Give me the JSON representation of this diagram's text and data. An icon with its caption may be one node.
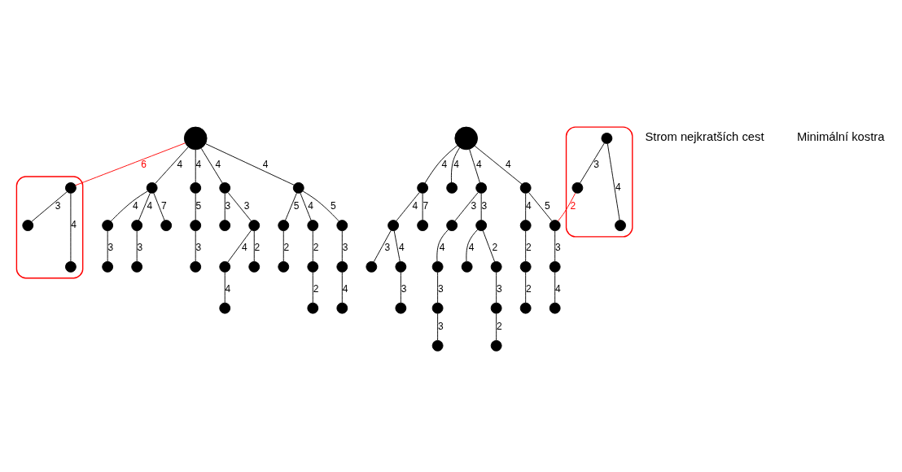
{
  "diagram": {
    "nodes": [
      {
        "text": [],
        "shape": "circle"
      },
      {
        "text": [],
        "shape": "circle"
      },
      {
        "text": [],
        "shape": "circle"
      },
      {
        "text": [],
        "shape": "circle"
      },
      {
        "text": [],
        "shape": "circle"
      },
      {
        "text": [],
        "shape": "circle"
      },
      {
        "text": [],
        "shape": "circle"
      },
      {
        "text": [],
        "shape": "circle"
      },
      {
        "text": [],
        "shape": "circle"
      },
      {
        "text": [],
        "shape": "circle"
      },
      {
        "text": [],
        "shape": "circle"
      },
      {
        "text": [],
        "shape": "circle"
      },
      {
        "text": [],
        "shape": "circle"
      },
      {
        "text": [],
        "shape": "circle"
      },
      {
        "text": [],
        "shape": "circle"
      },
      {
        "text": [],
        "shape": "circle"
      },
      {
        "text": [],
        "shape": "circle"
      },
      {
        "text": [],
        "shape": "circle"
      },
      {
        "text": [],
        "shape": "circle"
      },
      {
        "text": [],
        "shape": "circle"
      },
      {
        "text": [],
        "shape": "circle"
      },
      {
        "text": [],
        "shape": "circle"
      },
      {
        "text": [],
        "shape": "circle"
      },
      {
        "text": [],
        "shape": "circle"
      },
      {
        "text": [],
        "shape": "circle"
      },
      {
        "text": [],
        "shape": "ellipse"
      },
      {
        "text": [],
        "shape": "circle",
        "in": 25
      },
      {
        "text": [],
        "shape": "circle",
        "in": 25
      },
      {
        "text": [],
        "shape": "circle",
        "in": 25
      },
      {
        "text": [],
        "shape": "circle"
      },
      {
        "text": [],
        "shape": "circle"
      },
      {
        "text": [],
        "shape": "circle"
      },
      {
        "text": [],
        "shape": "circle"
      },
      {
        "text": [],
        "shape": "circle"
      },
      {
        "text": [],
        "shape": "circle"
      },
      {
        "text": [],
        "shape": "circle"
      },
      {
        "text": [],
        "shape": "circle"
      },
      {
        "text": [],
        "shape": "circle"
      },
      {
        "text": [],
        "shape": "circle"
      },
      {
        "text": [],
        "shape": "circle"
      },
      {
        "text": [],
        "shape": "circle"
      },
      {
        "text": [],
        "shape": "circle"
      },
      {
        "text": [],
        "shape": "circle"
      },
      {
        "text": [],
        "shape": "circle"
      },
      {
        "text": [],
        "shape": "circle"
      },
      {
        "text": [],
        "shape": "circle"
      },
      {
        "text": [],
        "shape": "circle"
      },
      {
        "text": [],
        "shape": "circle"
      },
      {
        "text": [],
        "shape": "circle"
      },
      {
        "text": [],
        "shape": "circle"
      },
      {
        "text": [],
        "shape": "circle"
      },
      {
        "text": [],
        "shape": "circle"
      },
      {
        "text": [],
        "shape": "circle"
      },
      {
        "text": [],
        "shape": "circle"
      },
      {
        "text": [],
        "shape": "ellipse"
      },
      {
        "text": [],
        "shape": "circle",
        "in": 54
      },
      {
        "text": [],
        "shape": "circle",
        "in": 54
      },
      {
        "text": [],
        "shape": "circle",
        "in": 54
      }
    ],
    "edges": [
      {
        "from": 0,
        "to": 1,
        "arrow": "none",
        "label": "4"
      },
      {
        "from": 1,
        "to": 2,
        "arrow": "none",
        "label": "4"
      },
      {
        "from": 2,
        "to": 3,
        "arrow": "none",
        "label": "3"
      },
      {
        "from": 1,
        "to": 4,
        "arrow": "none",
        "label": "4"
      },
      {
        "from": 4,
        "to": 5,
        "arrow": "none",
        "label": "3"
      },
      {
        "from": 1,
        "to": 6,
        "arrow": "none",
        "label": "7"
      },
      {
        "from": 0,
        "to": 7,
        "arrow": "none",
        "label": "4"
      },
      {
        "from": 7,
        "to": 8,
        "arrow": "none",
        "label": "5"
      },
      {
        "from": 8,
        "to": 9,
        "arrow": "none",
        "label": "3"
      },
      {
        "from": 0,
        "to": 10,
        "arrow": "none",
        "label": "4"
      },
      {
        "from": 10,
        "to": 11,
        "arrow": "none",
        "label": "3"
      },
      {
        "from": 10,
        "to": 12,
        "arrow": "none",
        "label": "3"
      },
      {
        "from": 12,
        "to": 13,
        "arrow": "none",
        "label": "4"
      },
      {
        "from": 13,
        "to": 14,
        "arrow": "none",
        "label": "4"
      },
      {
        "from": 12,
        "to": 15,
        "arrow": "none",
        "label": "2"
      },
      {
        "from": 0,
        "to": 16,
        "arrow": "none",
        "label": "4"
      },
      {
        "from": 16,
        "to": 17,
        "arrow": "none",
        "label": "5"
      },
      {
        "from": 17,
        "to": 18,
        "arrow": "none",
        "label": "2"
      },
      {
        "from": 16,
        "to": 19,
        "arrow": "none",
        "label": "4"
      },
      {
        "from": 19,
        "to": 20,
        "arrow": "none",
        "label": "2"
      },
      {
        "from": 20,
        "to": 21,
        "arrow": "none",
        "label": "2"
      },
      {
        "from": 16,
        "to": 22,
        "arrow": "none",
        "label": "5"
      },
      {
        "from": 22,
        "to": 23,
        "arrow": "none",
        "label": "3"
      },
      {
        "from": 23,
        "to": 24,
        "arrow": "none",
        "label": "4"
      },
      {
        "from": 0,
        "to": 26,
        "arrow": "none",
        "label": "6",
        "color": "#ff0000"
      },
      {
        "from": 26,
        "to": 28,
        "arrow": "none",
        "label": "4"
      },
      {
        "from": 26,
        "to": 27,
        "arrow": "none",
        "label": "3"
      },
      {
        "from": 29,
        "to": 30,
        "arrow": "none",
        "label": "4"
      },
      {
        "from": 30,
        "to": 31,
        "arrow": "none",
        "label": "4"
      },
      {
        "from": 31,
        "to": 32,
        "arrow": "none",
        "label": "3"
      },
      {
        "from": 31,
        "to": 33,
        "arrow": "none",
        "label": "4"
      },
      {
        "from": 33,
        "to": 34,
        "arrow": "none",
        "label": "3"
      },
      {
        "from": 30,
        "to": 35,
        "arrow": "none",
        "label": "7"
      },
      {
        "from": 29,
        "to": 36,
        "arrow": "none",
        "label": "4"
      },
      {
        "from": 29,
        "to": 37,
        "arrow": "none",
        "label": "4"
      },
      {
        "from": 37,
        "to": 38,
        "arrow": "none",
        "label": "3"
      },
      {
        "from": 38,
        "to": 39,
        "arrow": "none",
        "label": "4"
      },
      {
        "from": 39,
        "to": 40,
        "arrow": "none",
        "label": "3"
      },
      {
        "from": 40,
        "to": 41,
        "arrow": "none",
        "label": "3"
      },
      {
        "from": 37,
        "to": 42,
        "arrow": "none",
        "label": "3"
      },
      {
        "from": 42,
        "to": 43,
        "arrow": "none",
        "label": "4"
      },
      {
        "from": 42,
        "to": 44,
        "arrow": "none",
        "label": "2"
      },
      {
        "from": 44,
        "to": 45,
        "arrow": "none",
        "label": "3"
      },
      {
        "from": 45,
        "to": 46,
        "arrow": "none",
        "label": "2"
      },
      {
        "from": 29,
        "to": 47,
        "arrow": "none",
        "label": "4"
      },
      {
        "from": 47,
        "to": 48,
        "arrow": "none",
        "label": "4"
      },
      {
        "from": 48,
        "to": 49,
        "arrow": "none",
        "label": "2"
      },
      {
        "from": 49,
        "to": 50,
        "arrow": "none",
        "label": "2"
      },
      {
        "from": 47,
        "to": 51,
        "arrow": "none",
        "label": "5"
      },
      {
        "from": 51,
        "to": 52,
        "arrow": "none",
        "label": "3"
      },
      {
        "from": 52,
        "to": 53,
        "arrow": "none",
        "label": "4"
      },
      {
        "from": 51,
        "to": 56,
        "arrow": "none",
        "label": "2",
        "color": "#ff0000"
      },
      {
        "from": 55,
        "to": 56,
        "arrow": "none",
        "label": "3"
      },
      {
        "from": 55,
        "to": 57,
        "arrow": "none",
        "label": "4"
      }
    ],
    "labels": [
      "Strom nejkratších cest",
      "Minimální kostra"
    ]
  }
}
